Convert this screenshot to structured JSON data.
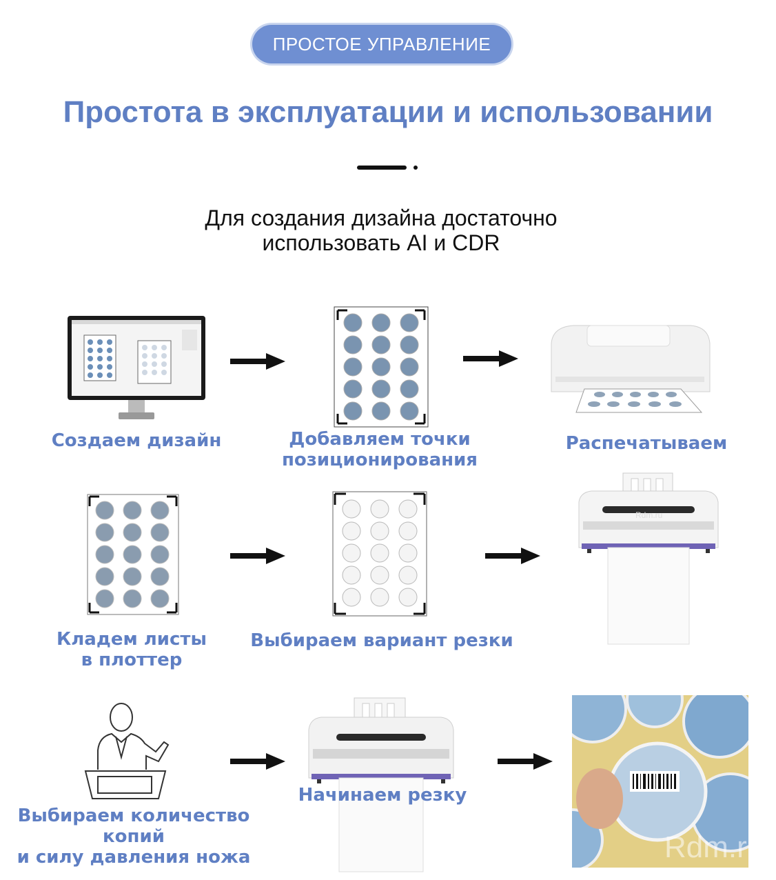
{
  "header": {
    "badge": "ПРОСТОЕ УПРАВЛЕНИЕ",
    "title": "Простота в эксплуатации и использовании",
    "subtitle_line1": "Для создания дизайна достаточно",
    "subtitle_line2": "использовать AI и  CDR"
  },
  "steps": {
    "create_design": "Создаем дизайн",
    "add_points_1": "Добавляем точки",
    "add_points_2": "позиционирования",
    "print": "Распечатываем",
    "load_sheets_1": "Кладем листы",
    "load_sheets_2": "в плоттер",
    "choose_cut": "Выбираем вариант резки",
    "choose_copies_1": "Выбираем количество",
    "choose_copies_2": "копий",
    "choose_copies_3": "и силу давления ножа",
    "start_cut": "Начинаем резку"
  },
  "watermarks": {
    "plotter_brand": "Rdm.ru",
    "photo_mark": "Rdm.ru"
  },
  "colors": {
    "accent": "#5f7fc3",
    "badge_bg": "#6f8fd2",
    "arrow": "#111111"
  },
  "icons": [
    "monitor-icon",
    "sticker-sheet-icon",
    "printer-icon",
    "cutting-plotter-icon",
    "operator-icon",
    "labels-photo"
  ]
}
